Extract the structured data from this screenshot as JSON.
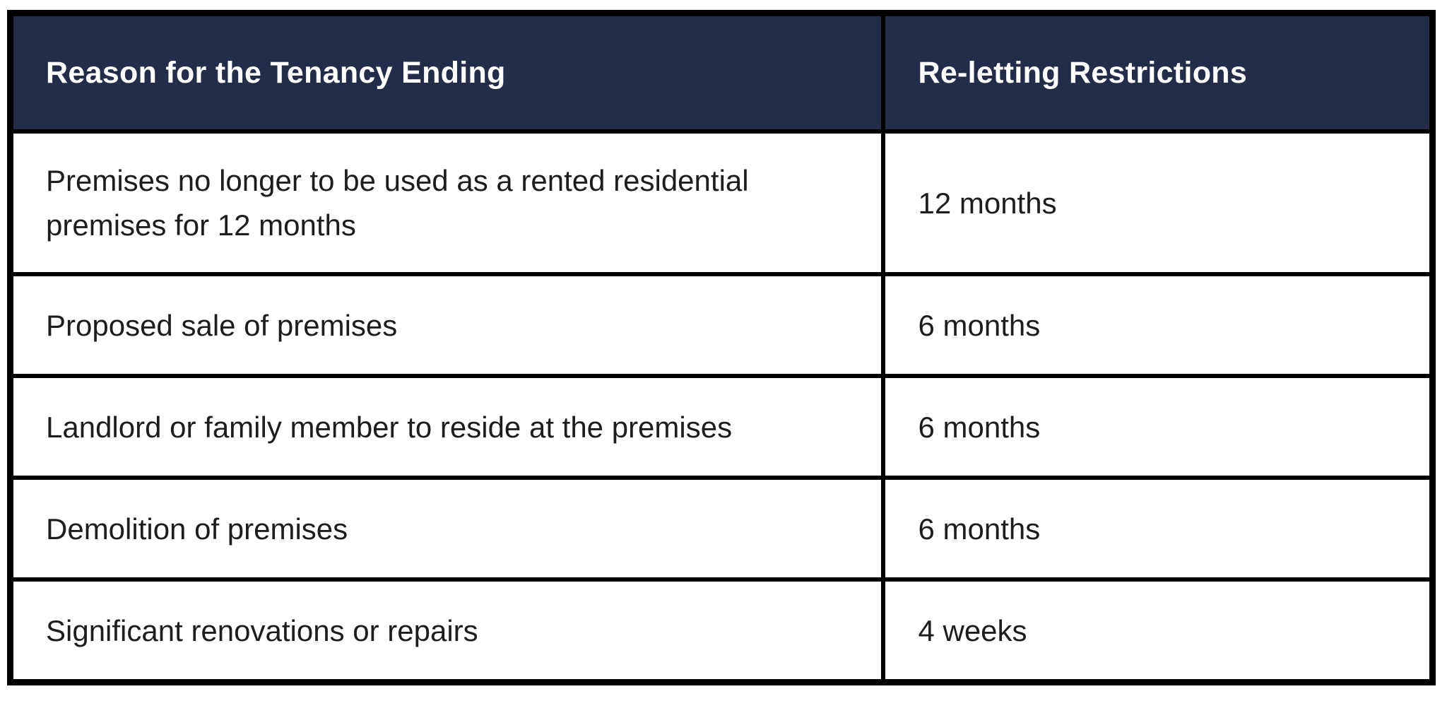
{
  "table": {
    "columns": [
      {
        "header": "Reason for the Tenancy Ending"
      },
      {
        "header": "Re-letting Restrictions"
      }
    ],
    "rows": [
      {
        "reason": "Premises no longer to be used as a rented residential premises for 12 months",
        "restriction": "12 months"
      },
      {
        "reason": "Proposed sale of premises",
        "restriction": "6 months"
      },
      {
        "reason": "Landlord or family member to reside at the premises",
        "restriction": "6 months"
      },
      {
        "reason": "Demolition of premises",
        "restriction": "6 months"
      },
      {
        "reason": "Significant renovations or repairs",
        "restriction": "4 weeks"
      }
    ]
  },
  "colors": {
    "header_bg": "#232c49",
    "header_text": "#ffffff",
    "body_text": "#1d1d1d",
    "border_color": "#000000",
    "row_bg": "#ffffff"
  }
}
